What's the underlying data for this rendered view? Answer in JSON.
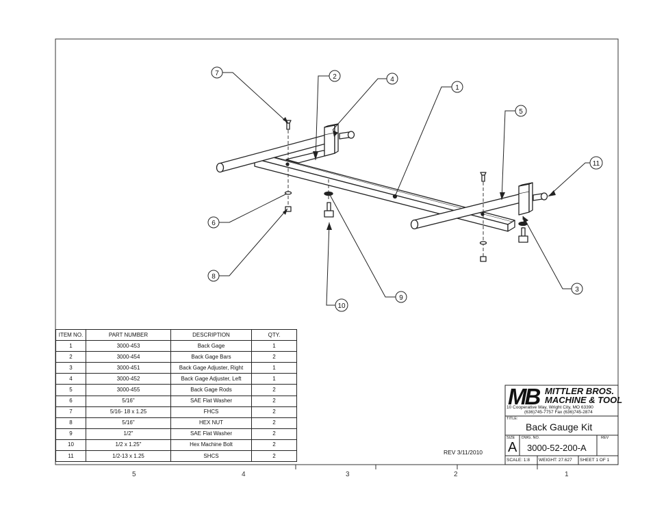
{
  "bom": {
    "headers": [
      "ITEM NO.",
      "PART NUMBER",
      "DESCRIPTION",
      "QTY."
    ],
    "rows": [
      {
        "item": "1",
        "part": "3000-453",
        "desc": "Back Gage",
        "qty": "1"
      },
      {
        "item": "2",
        "part": "3000-454",
        "desc": "Back Gage Bars",
        "qty": "2"
      },
      {
        "item": "3",
        "part": "3000-451",
        "desc": "Back Gage Adjuster, Right",
        "qty": "1"
      },
      {
        "item": "4",
        "part": "3000-452",
        "desc": "Back Gage Adjuster, Left",
        "qty": "1"
      },
      {
        "item": "5",
        "part": "3000-455",
        "desc": "Back Gage Rods",
        "qty": "2"
      },
      {
        "item": "6",
        "part": "5/16\"",
        "desc": "SAE Flat Washer",
        "qty": "2"
      },
      {
        "item": "7",
        "part": "5/16- 18 x 1.25",
        "desc": "FHCS",
        "qty": "2"
      },
      {
        "item": "8",
        "part": "5/16\"",
        "desc": "HEX NUT",
        "qty": "2"
      },
      {
        "item": "9",
        "part": "1/2\"",
        "desc": "SAE Flat Washer",
        "qty": "2"
      },
      {
        "item": "10",
        "part": "1/2 x 1.25\"",
        "desc": "Hex Machine Bolt",
        "qty": "2"
      },
      {
        "item": "11",
        "part": "1/2-13 x 1.25",
        "desc": "SHCS",
        "qty": "2"
      }
    ]
  },
  "balloons": [
    "1",
    "2",
    "3",
    "4",
    "5",
    "6",
    "7",
    "8",
    "9",
    "10",
    "11"
  ],
  "title_block": {
    "logo": "MB",
    "company_line1": "MITTLER BROS.",
    "company_line2": "MACHINE & TOOL",
    "address1": "10 Cooperative Way, Wright City, MO 63390",
    "address2": "(636)745-7757  Fax (636)745-2874",
    "title_label": "TITLE:",
    "title": "Back Gauge Kit",
    "size_label": "SIZE",
    "dwg_label": "DWG.  NO.",
    "rev_label": "REV",
    "size": "A",
    "dwg_no": "3000-52-200-A",
    "scale": "SCALE: 1:8",
    "weight": "WEIGHT: 27.627",
    "sheet": "SHEET 1 OF 1"
  },
  "rev_date": "REV 3/11/2010",
  "zones": [
    "5",
    "4",
    "3",
    "2",
    "1"
  ]
}
